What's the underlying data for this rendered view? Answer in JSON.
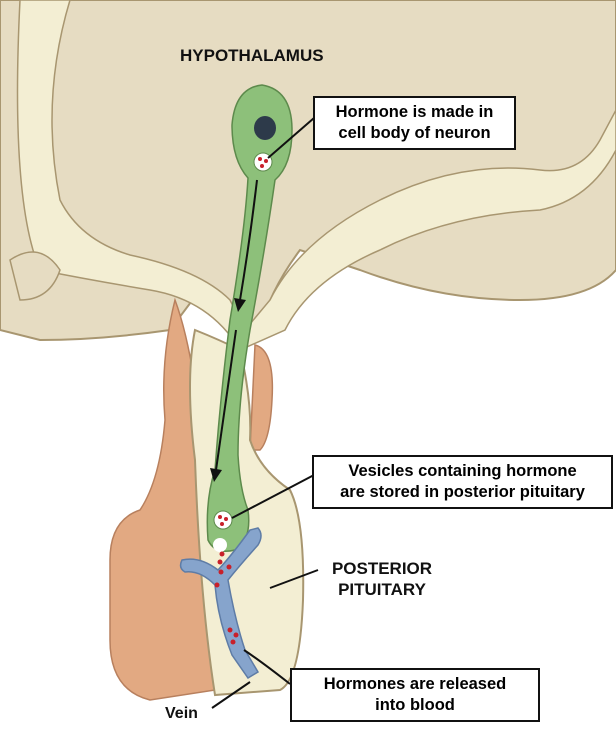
{
  "labels": {
    "hypothalamus": "HYPOTHALAMUS",
    "posterior_pituitary_line1": "POSTERIOR",
    "posterior_pituitary_line2": "PITUITARY",
    "vein": "Vein"
  },
  "callouts": [
    {
      "line1": "Hormone is made in",
      "line2": "cell body of neuron"
    },
    {
      "line1": "Vesicles containing hormone",
      "line2": "are stored in posterior pituitary"
    },
    {
      "line1": "Hormones are released",
      "line2": "into blood"
    }
  ],
  "colors": {
    "hypothalamus_tissue": "#e6dcc2",
    "cream_tissue": "#f3eed3",
    "anterior_lobe": "#e2a982",
    "neuron": "#8dc07a",
    "vein": "#86a4cc",
    "hormone_dots": "#c8202a"
  }
}
